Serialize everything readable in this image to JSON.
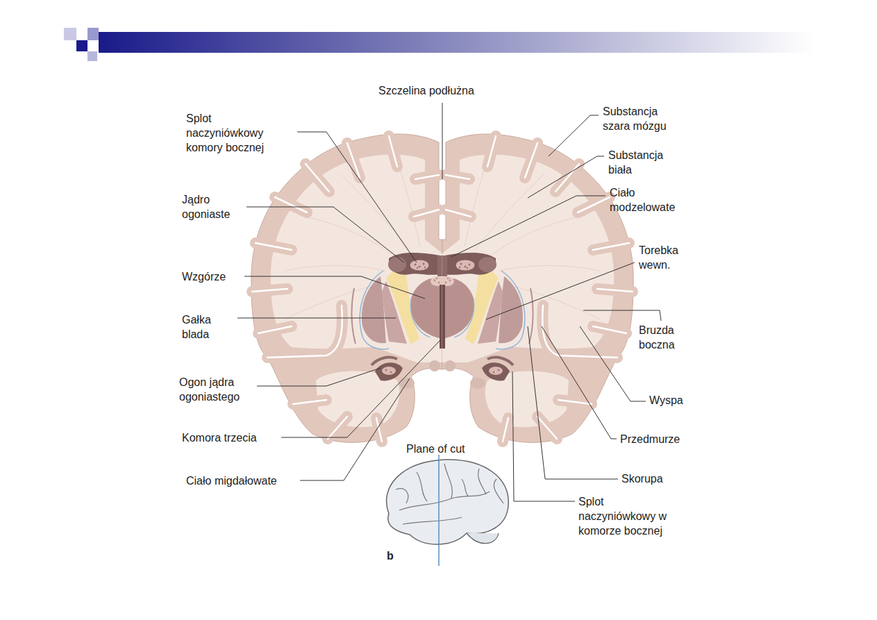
{
  "diagram": {
    "labels": [
      "Szczelina podłużna",
      "Splot naczyniówkowy komory bocznej",
      "Substancja szara mózgu",
      "Substancja biała",
      "Jądro ogoniaste",
      "Ciało modzelowate",
      "Torebka wewn.",
      "Wzgórze",
      "Gałka blada",
      "Bruzda boczna",
      "Ogon jądra ogoniastego",
      "Wyspa",
      "Komora trzecia",
      "Przedmurze",
      "Plane of cut",
      "Ciało migdałowate",
      "Skorupa",
      "Splot naczyniówkowy w komorze bocznej",
      "b"
    ]
  }
}
